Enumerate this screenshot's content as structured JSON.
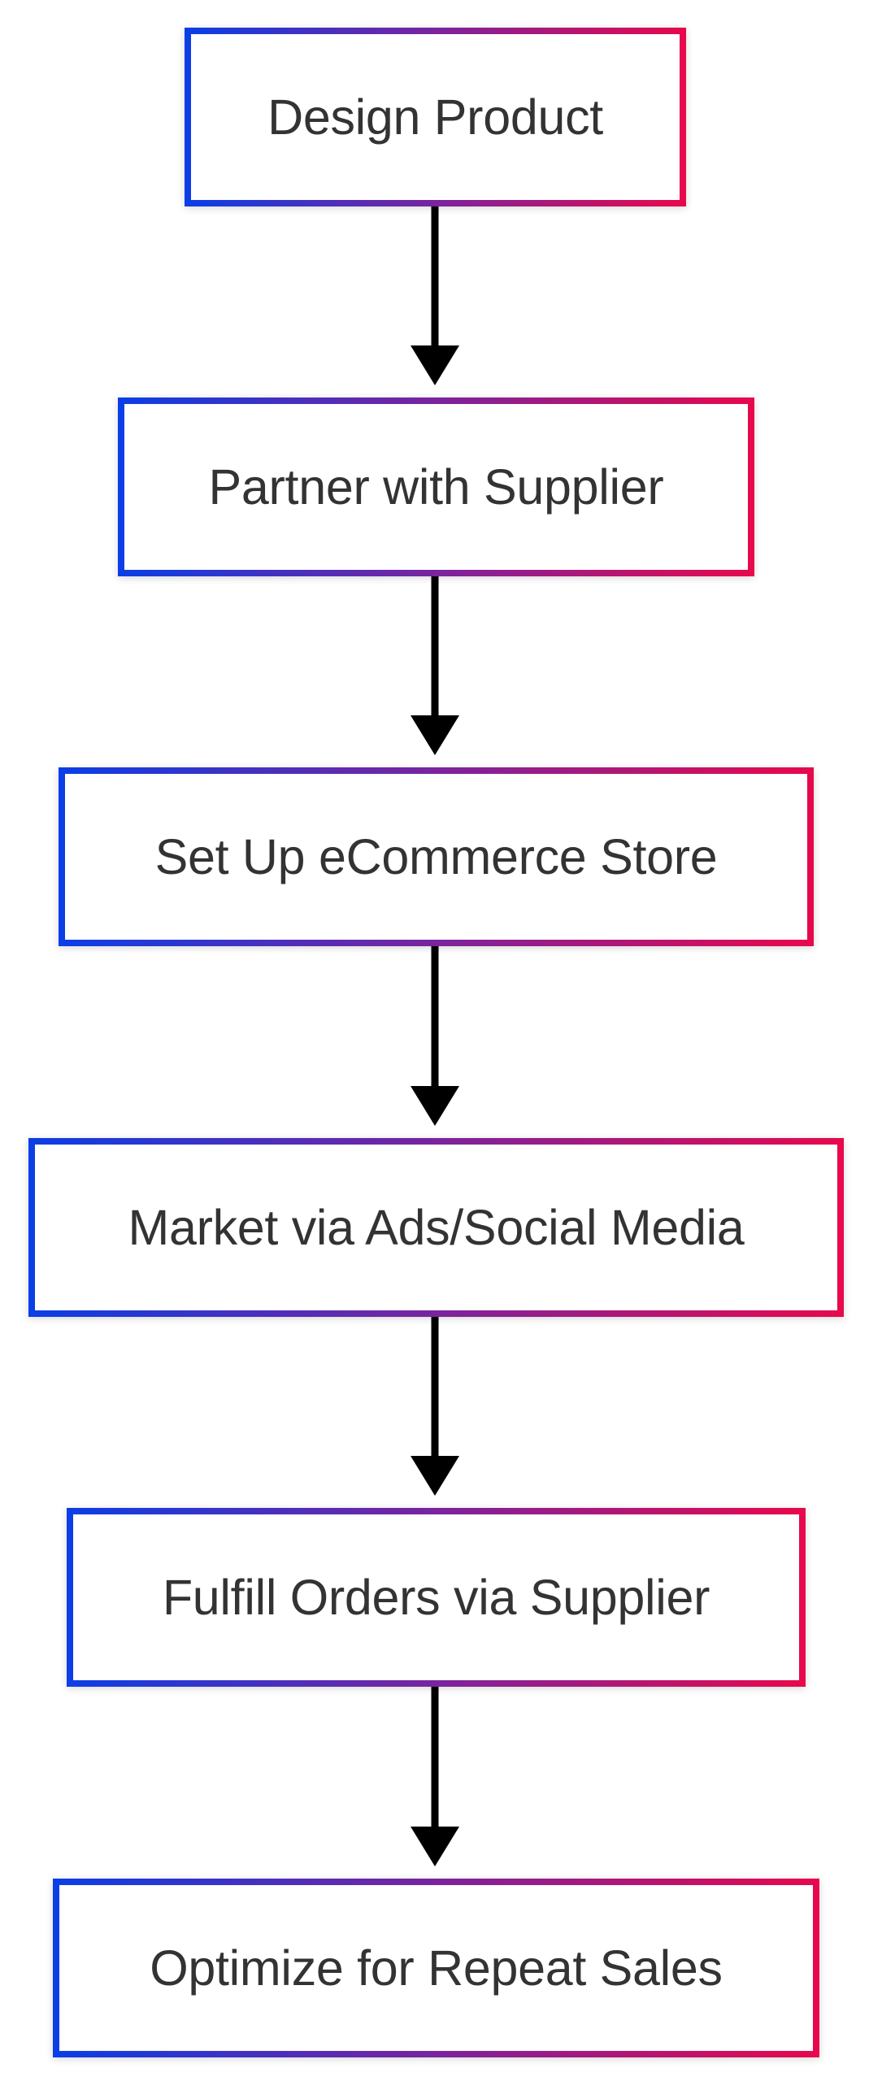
{
  "colors": {
    "border_start": "#0a3ee6",
    "border_mid": "#7a249e",
    "border_end": "#e8084c",
    "text": "#333333",
    "arrow": "#000000",
    "background": "#ffffff"
  },
  "nodes": [
    {
      "label": "Design Product"
    },
    {
      "label": "Partner with Supplier"
    },
    {
      "label": "Set Up eCommerce Store"
    },
    {
      "label": "Market via Ads/Social Media"
    },
    {
      "label": "Fulfill Orders via Supplier"
    },
    {
      "label": "Optimize for Repeat Sales"
    }
  ],
  "edges": [
    {
      "from": "Design Product",
      "to": "Partner with Supplier"
    },
    {
      "from": "Partner with Supplier",
      "to": "Set Up eCommerce Store"
    },
    {
      "from": "Set Up eCommerce Store",
      "to": "Market via Ads/Social Media"
    },
    {
      "from": "Market via Ads/Social Media",
      "to": "Fulfill Orders via Supplier"
    },
    {
      "from": "Fulfill Orders via Supplier",
      "to": "Optimize for Repeat Sales"
    }
  ]
}
